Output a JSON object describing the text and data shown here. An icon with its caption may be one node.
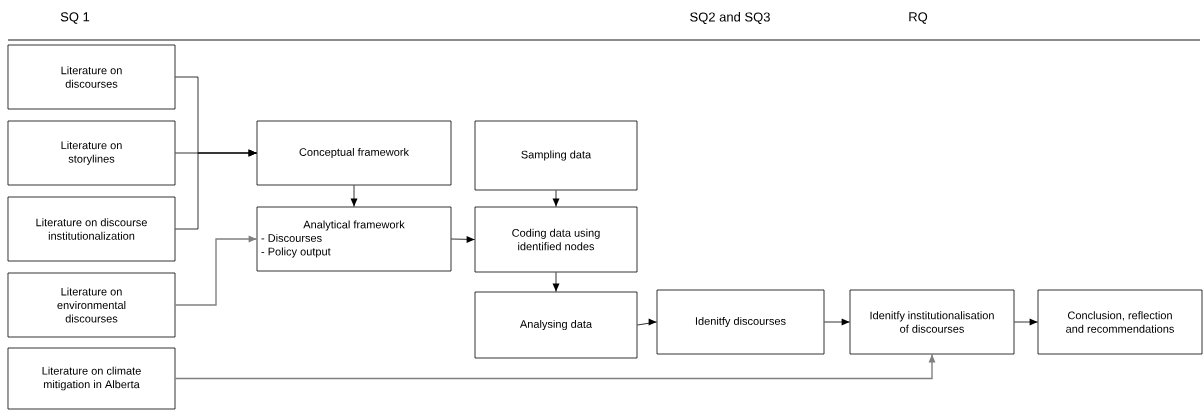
{
  "diagram": {
    "nodes": [
      {
        "text": [
          "Literature on discourses"
        ]
      },
      {
        "text": [
          "Literature on storylines"
        ]
      },
      {
        "text": [
          "Literature on discourse institutionalization"
        ]
      },
      {
        "text": [
          "Literature on environmental discourses"
        ]
      },
      {
        "text": [
          "Literature on climate mitigation in Alberta"
        ]
      },
      {
        "text": [
          "Conceptual framework"
        ]
      },
      {
        "text": [
          "Analytical framework",
          "- Discourses",
          "- Policy output"
        ]
      },
      {
        "text": [
          "Sampling data"
        ]
      },
      {
        "text": [
          "Coding data using identified nodes"
        ]
      },
      {
        "text": [
          "Analysing data"
        ]
      },
      {
        "text": [
          "Idenitfy discourses"
        ]
      },
      {
        "text": [
          "Idenitfy institutionalisation of discourses"
        ]
      },
      {
        "text": [
          "Conclusion, reflection and recommendations"
        ]
      }
    ],
    "edges": [
      {
        "from": 0,
        "to": 5,
        "arrow": "to"
      },
      {
        "from": 1,
        "to": 5,
        "arrow": "to"
      },
      {
        "from": 2,
        "to": 5,
        "arrow": "to"
      },
      {
        "from": 3,
        "to": 6,
        "arrow": "to",
        "color": "#808080"
      },
      {
        "from": 4,
        "to": 11,
        "arrow": "to",
        "color": "#808080"
      },
      {
        "from": 5,
        "to": 6,
        "arrow": "to"
      },
      {
        "from": 7,
        "to": 8,
        "arrow": "to"
      },
      {
        "from": 6,
        "to": 8,
        "arrow": "to"
      },
      {
        "from": 8,
        "to": 9,
        "arrow": "to"
      },
      {
        "from": 9,
        "to": 10,
        "arrow": "to"
      },
      {
        "from": 10,
        "to": 11,
        "arrow": "to"
      },
      {
        "from": 11,
        "to": 12,
        "arrow": "to"
      }
    ],
    "labels": [
      "SQ 1",
      "SQ2 and SQ3",
      "RQ"
    ]
  }
}
